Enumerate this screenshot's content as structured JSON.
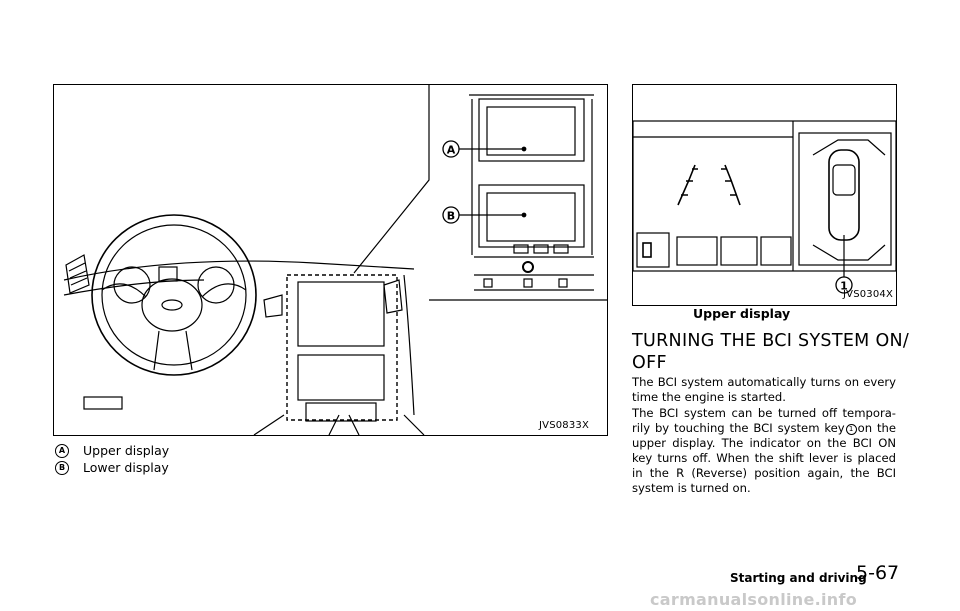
{
  "left_figure": {
    "code": "JVS0833X",
    "callout_a": "A",
    "callout_b": "B"
  },
  "right_figure": {
    "code": "JVS0304X",
    "caption": "Upper display",
    "callout_1": "1"
  },
  "legend": [
    {
      "badge": "A",
      "label": "Upper display"
    },
    {
      "badge": "B",
      "label": "Lower display"
    }
  ],
  "section": {
    "heading": "TURNING THE BCI SYSTEM ON/ OFF",
    "para1": "The BCI system automatically turns on every time the engine is started.",
    "para2_before": "The BCI system can be turned off tempora-rily by touching the BCI system key",
    "para2_key": "1",
    "para2_after": "on the upper display. The indicator on the BCI ON key turns off. When the shift lever is placed in the R (Reverse) position again, the BCI system is turned on."
  },
  "footer": {
    "section_name": "Starting and driving",
    "page_number": "5-67",
    "watermark": "carmanualsonline.info"
  }
}
